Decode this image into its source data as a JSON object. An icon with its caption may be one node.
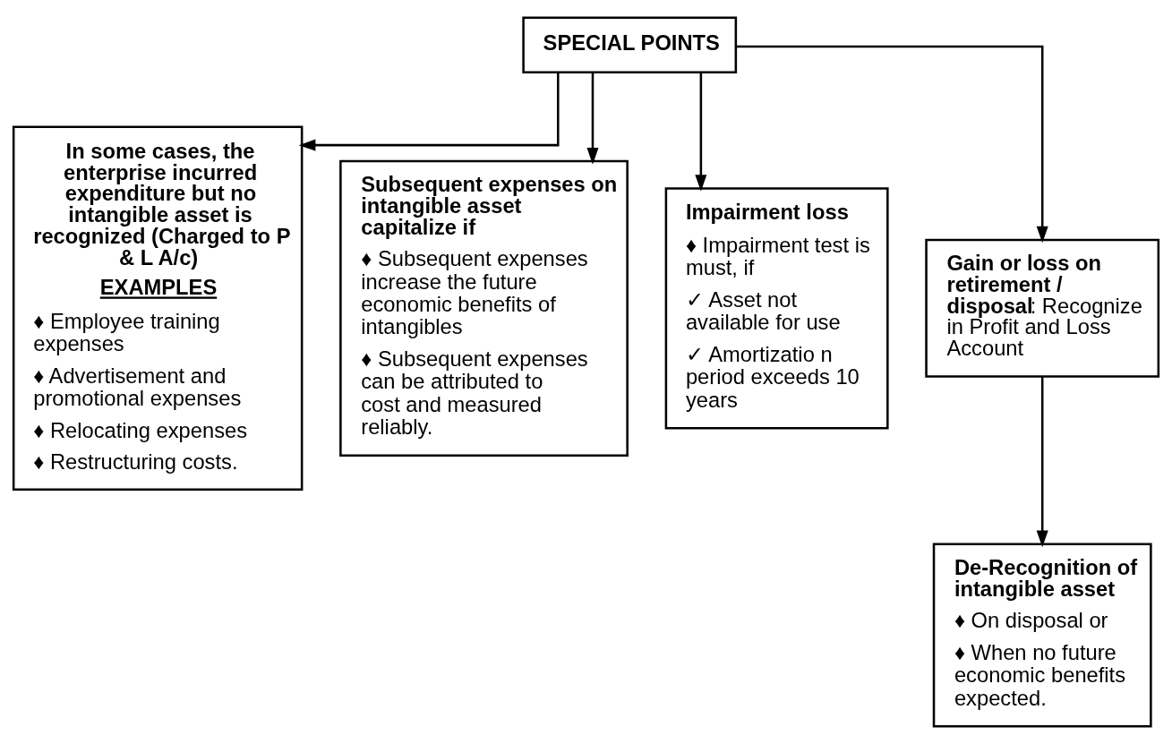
{
  "diagram": {
    "nodes": [
      {
        "text": [
          "SPECIAL POINTS"
        ]
      },
      {
        "text": [
          "In some cases, the enterprise incurred expenditure but no intangible asset is recognized (Charged to P & L A/c)",
          "EXAMPLES",
          "♦ Employee training expenses",
          "♦ Advertisement and promotional expenses",
          "♦ Relocating expenses",
          "♦ Restructuring costs."
        ]
      },
      {
        "text": [
          "Subsequent expenses on intangible asset capitalize if",
          "♦ Subsequent expenses increase the future economic benefits of intangibles",
          "♦ Subsequent expenses can be attributed to cost and measured reliably."
        ]
      },
      {
        "text": [
          "Impairment loss",
          "♦ Impairment test is must, if",
          "✓ Asset not available for use",
          "✓ Amortizatio n period exceeds 10 years"
        ]
      },
      {
        "text": [
          "**Gain or loss on retirement / disposal**: Recognize in Profit and Loss Account"
        ]
      },
      {
        "text": [
          "De-Recognition of intangible asset",
          "♦ On disposal or",
          "♦ When no future economic benefits expected."
        ]
      }
    ],
    "edges": [
      {
        "from": 0,
        "to": 1,
        "arrow": "to"
      },
      {
        "from": 0,
        "to": 2,
        "arrow": "to"
      },
      {
        "from": 0,
        "to": 3,
        "arrow": "to"
      },
      {
        "from": 0,
        "to": 4,
        "arrow": "to"
      },
      {
        "from": 4,
        "to": 5,
        "arrow": "to"
      }
    ]
  }
}
